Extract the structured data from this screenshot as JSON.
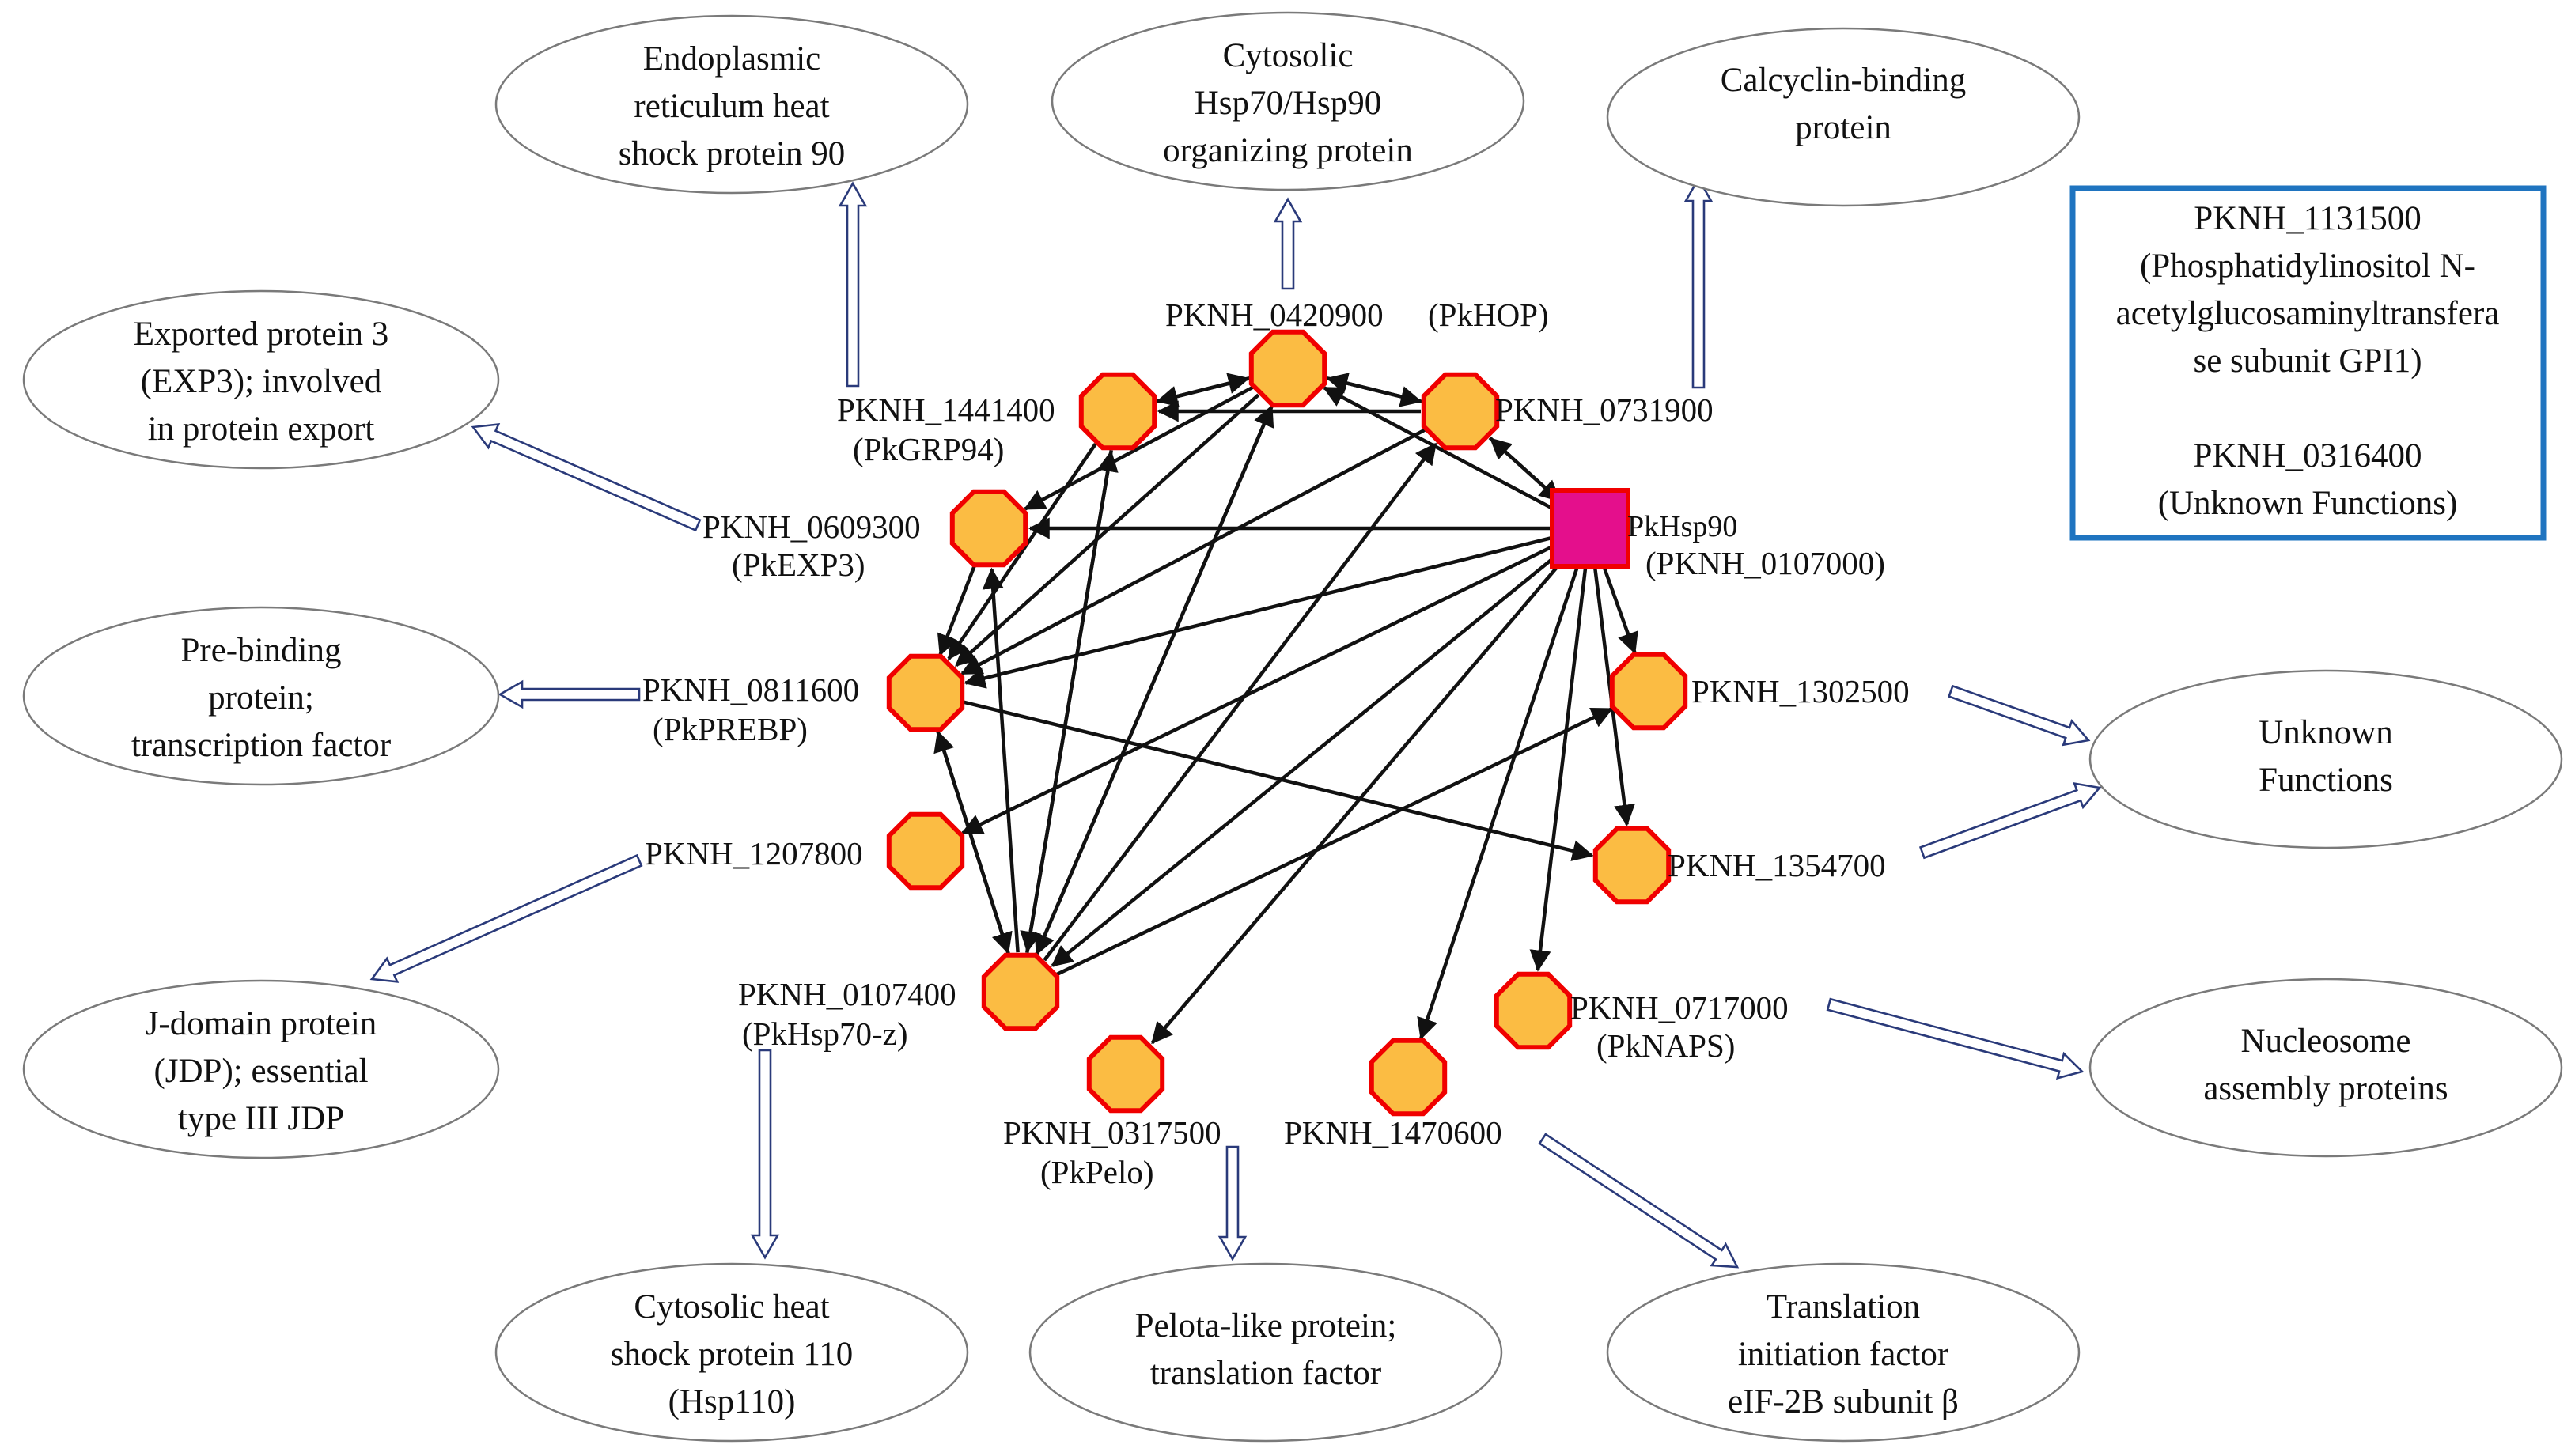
{
  "colors": {
    "node_fill": "#fbbc43",
    "node_stroke": "#f00000",
    "hub_fill": "#e40f8c",
    "hub_label": "#7030a0",
    "info_box_border": "#1f74c0",
    "edge": "#111111"
  },
  "hub": {
    "name": "PkHsp90",
    "id": "(PKNH_0107000)"
  },
  "nodes": [
    {
      "key": "n0420900",
      "id": "PKNH_0420900",
      "alias": "(PkHOP)"
    },
    {
      "key": "n0731900",
      "id": "PKNH_0731900",
      "alias": ""
    },
    {
      "key": "n1441400",
      "id": "PKNH_1441400",
      "alias": "(PkGRP94)"
    },
    {
      "key": "n0609300",
      "id": "PKNH_0609300",
      "alias": "(PkEXP3)"
    },
    {
      "key": "n0811600",
      "id": "PKNH_0811600",
      "alias": "(PkPREBP)"
    },
    {
      "key": "n1207800",
      "id": "PKNH_1207800",
      "alias": ""
    },
    {
      "key": "n0107400",
      "id": "PKNH_0107400",
      "alias": "(PkHsp70-z)"
    },
    {
      "key": "n0317500",
      "id": "PKNH_0317500",
      "alias": "(PkPelo)"
    },
    {
      "key": "n1470600",
      "id": "PKNH_1470600",
      "alias": ""
    },
    {
      "key": "n0717000",
      "id": "PKNH_0717000",
      "alias": "(PkNAPS)"
    },
    {
      "key": "n1354700",
      "id": "PKNH_1354700",
      "alias": ""
    },
    {
      "key": "n1302500",
      "id": "PKNH_1302500",
      "alias": ""
    }
  ],
  "functions": [
    {
      "key": "f_er",
      "lines": [
        "Endoplasmic",
        "reticulum heat",
        "shock protein 90"
      ]
    },
    {
      "key": "f_hop",
      "lines": [
        "Cytosolic",
        "Hsp70/Hsp90",
        "organizing protein"
      ]
    },
    {
      "key": "f_cal",
      "lines": [
        "Calcyclin-binding",
        "protein"
      ]
    },
    {
      "key": "f_exp",
      "lines": [
        "Exported protein 3",
        "(EXP3); involved",
        "in protein export"
      ]
    },
    {
      "key": "f_pre",
      "lines": [
        "Pre-binding",
        "protein;",
        "transcription factor"
      ]
    },
    {
      "key": "f_jdp",
      "lines": [
        "J-domain protein",
        "(JDP); essential",
        "type III JDP"
      ]
    },
    {
      "key": "f_hsp110",
      "lines": [
        "Cytosolic heat",
        "shock protein 110",
        "(Hsp110)"
      ]
    },
    {
      "key": "f_pelo",
      "lines": [
        "Pelota-like protein;",
        "translation factor"
      ]
    },
    {
      "key": "f_eif",
      "lines": [
        "Translation",
        "initiation factor",
        "eIF-2B subunit β"
      ]
    },
    {
      "key": "f_nuc",
      "lines": [
        "Nucleosome",
        "assembly proteins"
      ]
    },
    {
      "key": "f_unk",
      "lines": [
        "Unknown",
        "Functions"
      ]
    }
  ],
  "info_box": {
    "lines": [
      "PKNH_1131500",
      "(Phosphatidylinositol N-",
      "acetylglucosaminyltransfera",
      "se subunit GPI1)",
      "",
      "PKNH_0316400",
      "(Unknown Functions)"
    ]
  }
}
